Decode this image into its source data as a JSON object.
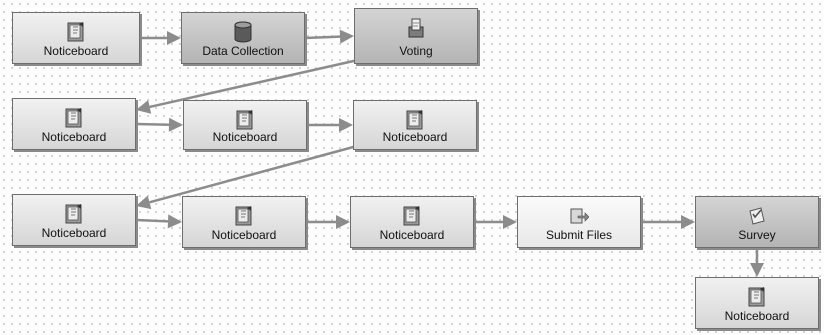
{
  "diagram": {
    "nodes": [
      {
        "id": "n1",
        "label": "Noticeboard",
        "icon": "noticeboard-icon",
        "shade": "normal"
      },
      {
        "id": "n2",
        "label": "Data Collection",
        "icon": "database-icon",
        "shade": "dark"
      },
      {
        "id": "n3",
        "label": "Voting",
        "icon": "voting-icon",
        "shade": "dark"
      },
      {
        "id": "n4",
        "label": "Noticeboard",
        "icon": "noticeboard-icon",
        "shade": "normal"
      },
      {
        "id": "n5",
        "label": "Noticeboard",
        "icon": "noticeboard-icon",
        "shade": "normal"
      },
      {
        "id": "n6",
        "label": "Noticeboard",
        "icon": "noticeboard-icon",
        "shade": "normal"
      },
      {
        "id": "n7",
        "label": "Noticeboard",
        "icon": "noticeboard-icon",
        "shade": "normal"
      },
      {
        "id": "n8",
        "label": "Noticeboard",
        "icon": "noticeboard-icon",
        "shade": "normal"
      },
      {
        "id": "n9",
        "label": "Noticeboard",
        "icon": "noticeboard-icon",
        "shade": "normal"
      },
      {
        "id": "n10",
        "label": "Submit Files",
        "icon": "submit-files-icon",
        "shade": "light"
      },
      {
        "id": "n11",
        "label": "Survey",
        "icon": "survey-icon",
        "shade": "dark"
      },
      {
        "id": "n12",
        "label": "Noticeboard",
        "icon": "noticeboard-icon",
        "shade": "normal"
      }
    ],
    "edges": [
      [
        "n1",
        "n2"
      ],
      [
        "n2",
        "n3"
      ],
      [
        "n3",
        "n4"
      ],
      [
        "n4",
        "n5"
      ],
      [
        "n5",
        "n6"
      ],
      [
        "n6",
        "n7"
      ],
      [
        "n7",
        "n8"
      ],
      [
        "n8",
        "n9"
      ],
      [
        "n9",
        "n10"
      ],
      [
        "n10",
        "n11"
      ],
      [
        "n11",
        "n12"
      ]
    ],
    "colors": {
      "edge": "#8c8c8c",
      "node_border": "#6e6e6e"
    }
  }
}
